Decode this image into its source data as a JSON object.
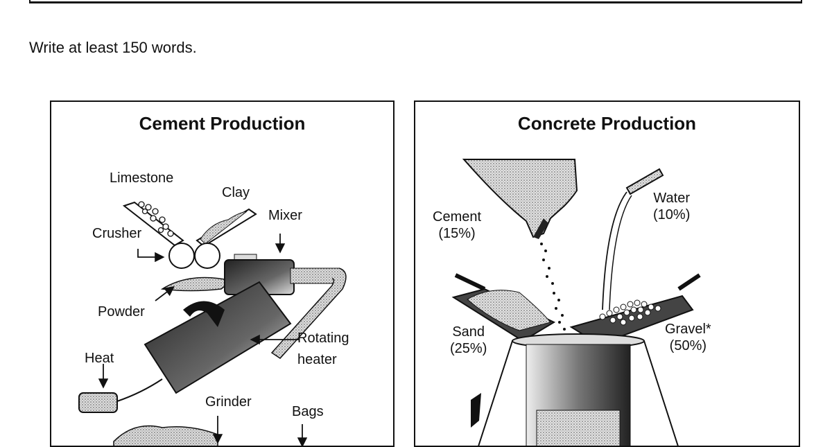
{
  "page": {
    "instruction": "Write at least 150 words."
  },
  "cement": {
    "title": "Cement Production",
    "labels": {
      "limestone": "Limestone",
      "clay": "Clay",
      "crusher": "Crusher",
      "mixer": "Mixer",
      "powder": "Powder",
      "rotating_heater_1": "Rotating",
      "rotating_heater_2": "heater",
      "heat": "Heat",
      "grinder": "Grinder",
      "bags": "Bags"
    }
  },
  "concrete": {
    "title": "Concrete Production",
    "ingredients": [
      {
        "name": "Cement",
        "percent": "(15%)"
      },
      {
        "name": "Water",
        "percent": "(10%)"
      },
      {
        "name": "Sand",
        "percent": "(25%)"
      },
      {
        "name": "Gravel*",
        "percent": "(50%)"
      }
    ]
  }
}
